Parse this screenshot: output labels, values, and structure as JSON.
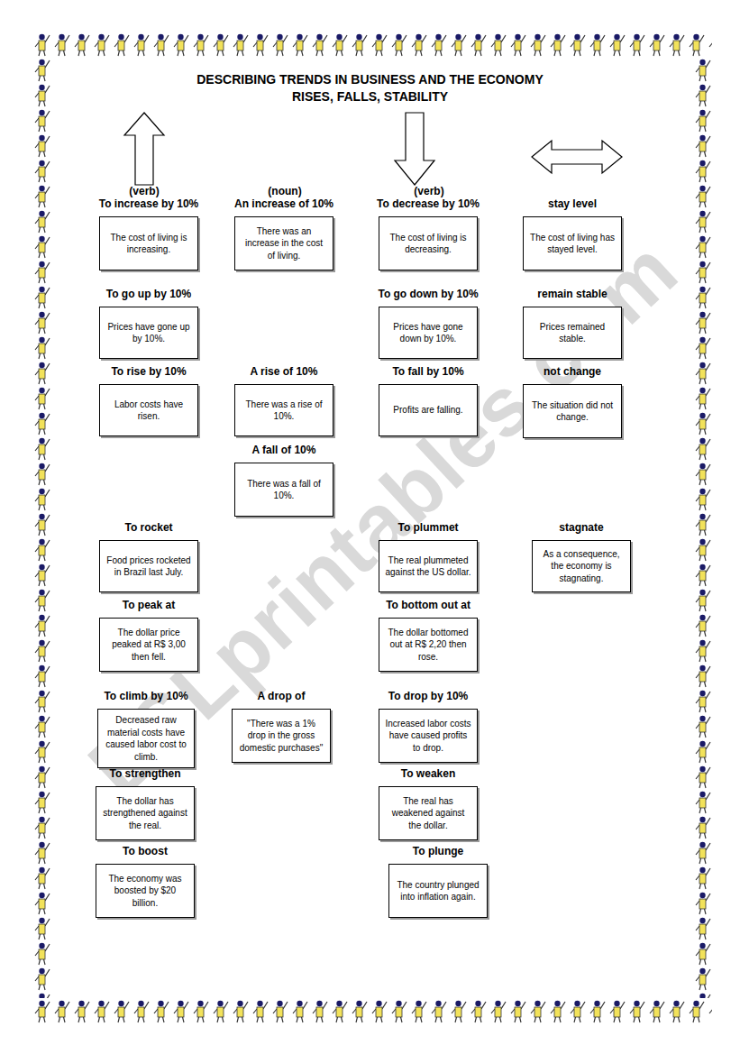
{
  "diagram": {
    "title": "DESCRIBING TRENDS IN BUSINESS AND THE ECONOMY",
    "nodes": [
      {
        "text": [
          "To increase by 10%",
          "The cost of living is increasing."
        ]
      },
      {
        "text": [
          "An increase of 10%",
          "There was an increase in the cost of living."
        ]
      },
      {
        "text": [
          "To decrease by 10%",
          "The cost of living is decreasing."
        ]
      },
      {
        "text": [
          "stay level",
          "The cost of living has stayed level."
        ]
      },
      {
        "text": [
          "To go up by 10%",
          "Prices have gone up by 10%."
        ]
      },
      {
        "text": [
          "To go down by 10%",
          "Prices have gone down by 10%."
        ]
      },
      {
        "text": [
          "remain stable",
          "Prices remained stable."
        ]
      },
      {
        "text": [
          "To rise by 10%",
          "Labor costs have risen."
        ]
      },
      {
        "text": [
          "A rise of 10%",
          "There was a rise of 10%."
        ]
      },
      {
        "text": [
          "To fall by 10%",
          "Profits are falling."
        ]
      },
      {
        "text": [
          "not change",
          "The situation did not change."
        ]
      },
      {
        "text": [
          "A fall of 10%",
          "There was a fall of 10%."
        ]
      },
      {
        "text": [
          "To rocket",
          "Food prices rocketed in Brazil last July."
        ]
      },
      {
        "text": [
          "To plummet",
          "The real plummeted against the US dollar."
        ]
      },
      {
        "text": [
          "stagnate",
          "As a consequence, the economy is stagnating."
        ]
      },
      {
        "text": [
          "To peak at",
          "The dollar price peaked at R$ 3,00 then fell."
        ]
      },
      {
        "text": [
          "To bottom out at",
          "The dollar bottomed out at R$ 2,20 then rose."
        ]
      },
      {
        "text": [
          "To climb by 10%",
          "Decreased raw material costs have caused labor cost to climb."
        ]
      },
      {
        "text": [
          "A drop of",
          "\"There was a 1% drop in the gross domestic purchases\""
        ]
      },
      {
        "text": [
          "To drop by 10%",
          "Increased labor costs have caused profits to drop."
        ]
      },
      {
        "text": [
          "To strengthen",
          "The dollar has strengthened against the real."
        ]
      },
      {
        "text": [
          "To weaken",
          "The real has weakened against the dollar."
        ]
      },
      {
        "text": [
          "To boost",
          "The economy was boosted by $20 billion."
        ]
      },
      {
        "text": [
          "To plunge",
          "The country plunged into inflation again."
        ]
      }
    ],
    "labels": [
      "RISES, FALLS, STABILITY",
      "(verb)",
      "(noun)",
      "(verb)",
      "ESLprintables.com"
    ]
  }
}
